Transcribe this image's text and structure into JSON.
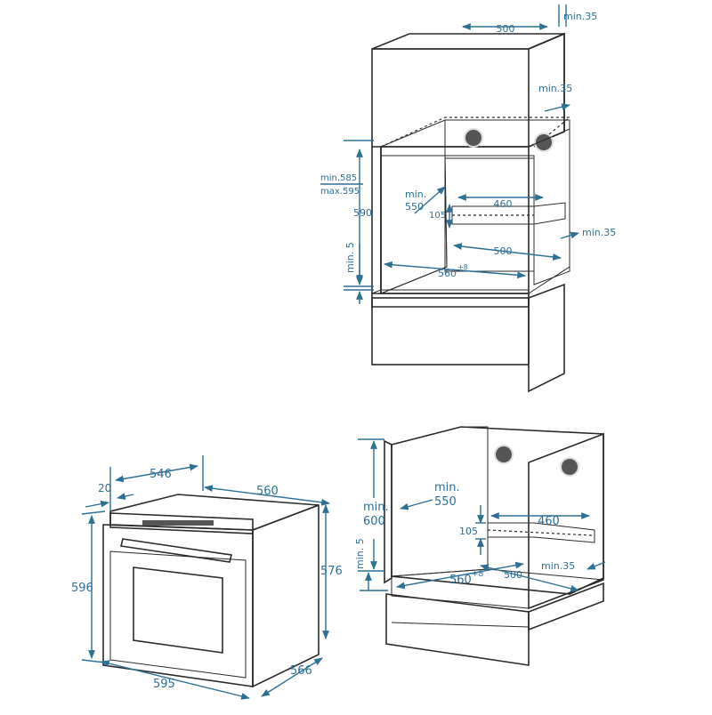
{
  "top_installation": {
    "cabinet_width": "500",
    "top_gap": "min.35",
    "side_gap": "min.35",
    "niche_height_min": "min.585",
    "niche_height_max": "max.595",
    "oven_height": "590",
    "depth_min": "min.",
    "depth_value": "550",
    "vent_width": "460",
    "vent_height": "105",
    "vent_gap": "min.35",
    "base_depth": "500",
    "base_gap": "min. 5",
    "niche_width": "560",
    "niche_width_tolerance": "+8"
  },
  "oven": {
    "depth_body": "546",
    "door_offset": "20",
    "width_body": "560",
    "height_front": "596",
    "height_body": "576",
    "width_front": "595",
    "depth_total": "566"
  },
  "bottom_installation": {
    "height_min": "min.",
    "height_value": "600",
    "depth_min": "min.",
    "depth_value": "550",
    "vent_width": "460",
    "vent_height": "105",
    "base_gap": "min. 5",
    "niche_width": "560",
    "niche_width_tolerance": "+8",
    "base_depth": "500",
    "vent_gap": "min.35"
  }
}
